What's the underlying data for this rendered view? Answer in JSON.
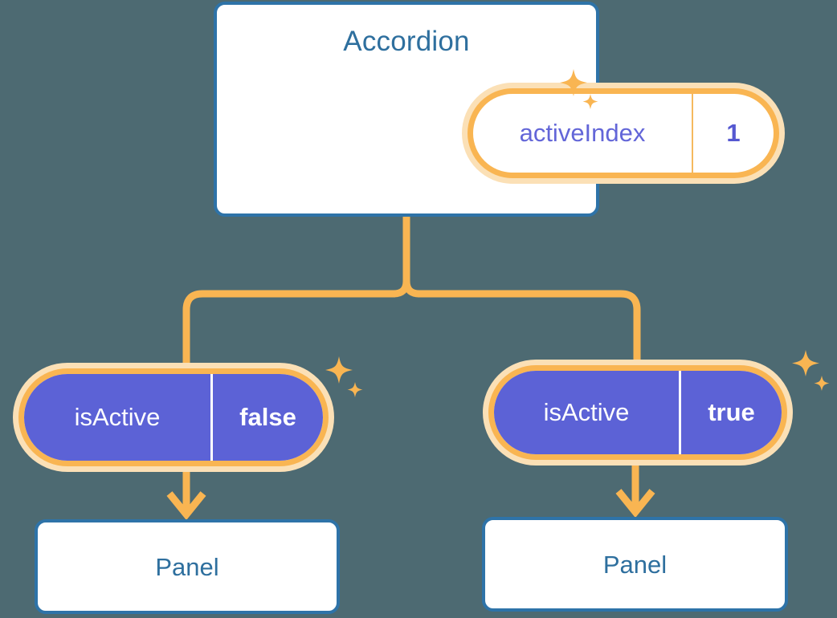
{
  "diagram": {
    "type": "component-state-tree",
    "background_color": "#4d6a72",
    "accent_colors": {
      "card_border": "#2e73a8",
      "card_title_text": "#2e6f9e",
      "connector": "#f9b552",
      "connector_halo": "#fbe0b6",
      "pill_fill_solid": "#5c62d6",
      "pill_text_light": "#6366d8",
      "sparkle": "#f9b552"
    }
  },
  "root": {
    "title": "Accordion",
    "state_pill": {
      "key": "activeIndex",
      "value": "1",
      "variant": "light"
    },
    "sparkle": "sparkle-icon"
  },
  "branches": [
    {
      "state_pill": {
        "key": "isActive",
        "value": "false",
        "variant": "solid"
      },
      "child": {
        "title": "Panel"
      },
      "sparkle": "sparkle-icon"
    },
    {
      "state_pill": {
        "key": "isActive",
        "value": "true",
        "variant": "solid"
      },
      "child": {
        "title": "Panel"
      },
      "sparkle": "sparkle-icon"
    }
  ]
}
